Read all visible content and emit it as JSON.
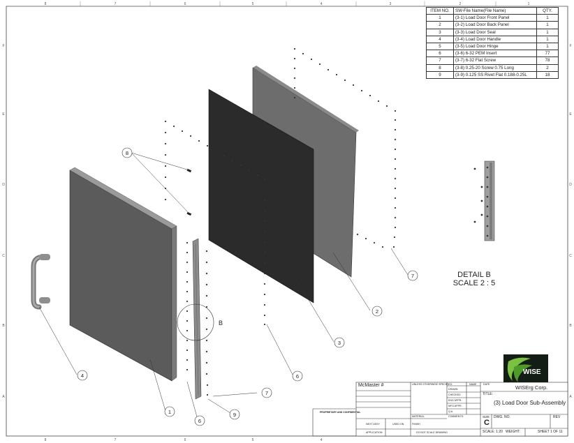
{
  "zone_columns_top": [
    "8",
    "7",
    "6",
    "5",
    "4",
    "3",
    "2",
    "1"
  ],
  "zone_rows_side": [
    "F",
    "E",
    "D",
    "C",
    "B",
    "A"
  ],
  "bom": {
    "headers": [
      "ITEM NO.",
      "SW-File Name(File Name)",
      "QTY."
    ],
    "rows": [
      {
        "item": "1",
        "name": "(3-1) Load Door Front Panel",
        "qty": "1"
      },
      {
        "item": "2",
        "name": "(3-2) Load Door Back Panel",
        "qty": "1"
      },
      {
        "item": "3",
        "name": "(3-3) Load Door Seal",
        "qty": "1"
      },
      {
        "item": "4",
        "name": "(3-4) Load Door Handle",
        "qty": "1"
      },
      {
        "item": "5",
        "name": "(3-5) Load Door Hinge",
        "qty": "1"
      },
      {
        "item": "6",
        "name": "(3-6) 6-32 PEM Insert",
        "qty": "77"
      },
      {
        "item": "7",
        "name": "(3-7) 6-32 Flat Screw",
        "qty": "78"
      },
      {
        "item": "8",
        "name": "(3-8) 0.25-20 Screw 0.75 Long",
        "qty": "2"
      },
      {
        "item": "9",
        "name": "(3-9) 0.125 SS Rivet Flat 0.188-0.25L",
        "qty": "18"
      }
    ]
  },
  "balloons": {
    "b1": "1",
    "b2": "2",
    "b3": "3",
    "b4": "4",
    "b6a": "6",
    "b6b": "6",
    "b7a": "7",
    "b7b": "7",
    "b8": "8",
    "b9": "9"
  },
  "detail": {
    "marker": "B",
    "title": "DETAIL B",
    "scale": "SCALE 2 : 5"
  },
  "title_block": {
    "mcmaster": "McMaster #",
    "unless": "UNLESS OTHERWISE SPECIFIED:",
    "name_col": "NAME",
    "date_col": "DATE",
    "drawn": "DRAWN",
    "checked": "CHECKED",
    "eng_appr": "ENG APPR.",
    "mfg_appr": "MFG APPR.",
    "qa": "Q.A.",
    "comments": "COMMENTS:",
    "material": "MATERIAL",
    "finish": "FINISH",
    "next_assy": "NEXT ASSY",
    "used_on": "USED ON",
    "application": "APPLICATION",
    "do_not_scale": "DO NOT SCALE DRAWING",
    "proprietary": "PROPRIETARY AND CONFIDENTIAL",
    "company": "WISErg Corp.",
    "title_label": "TITLE:",
    "title": "(3) Load Door Sub-Assembly",
    "size_label": "SIZE",
    "size": "C",
    "dwg_label": "DWG. NO.",
    "rev_label": "REV",
    "scale": "SCALE: 1:20",
    "weight": "WEIGHT:",
    "sheet": "SHEET 1 OF 11",
    "logo_text": "WISE"
  },
  "colors": {
    "front_panel_face": "#5b5b5b",
    "front_panel_edge": "#9a9a9a",
    "seal": "#2b2b2b",
    "back_panel": "#6d6d6d",
    "logo_bg": "#131d16",
    "logo_green": "#7cc242"
  }
}
